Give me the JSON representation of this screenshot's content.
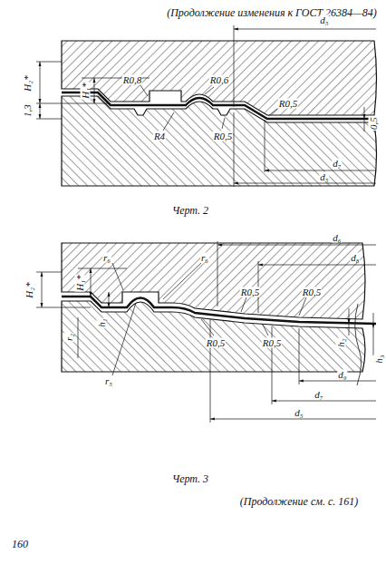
{
  "diagram": {
    "labels": [
      "(Продолжение изменения к ГОСТ 26384—84)",
      "d₅",
      "H₂*",
      "H₁*",
      "R0,8",
      "R0,6",
      "R0,5",
      "1,3",
      "R4",
      "R0,5",
      "0,5",
      "d₇",
      "d₅",
      "Черт. 2",
      "d₆",
      "d₈",
      "r₆",
      "r₆",
      "H₂*",
      "H₁*",
      "h₁",
      "r₂",
      "R0,5",
      "R0,5",
      "r₅",
      "R0,5",
      "R0,5",
      "h₂",
      "h₃",
      "d₉",
      "d₇",
      "d₅",
      "Черт. 3",
      "(Продолжение см. с. 161)",
      "160"
    ]
  }
}
